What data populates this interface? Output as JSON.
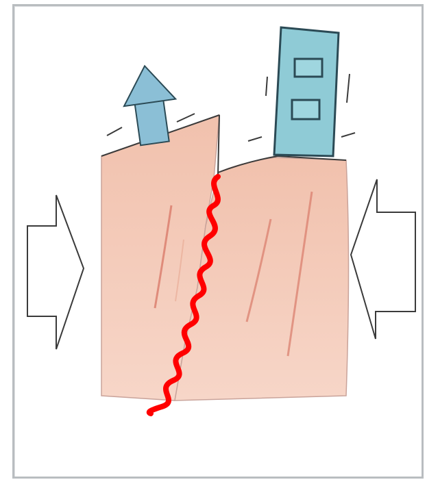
{
  "diagram": {
    "colors": {
      "crust": "#f3c6b3",
      "crust_dark": "#e8ad97",
      "crack": "#d97a6a",
      "house": "#8bbfd6",
      "building": "#8fcbd6",
      "building_outline": "#2b4a55",
      "arrow_outline": "#3a3a3a",
      "fault_line": "#ff0000",
      "frame": "#b9bdc0"
    },
    "icons": [
      "house-icon",
      "building-icon",
      "compression-arrow-left",
      "compression-arrow-right",
      "fault-line"
    ]
  }
}
